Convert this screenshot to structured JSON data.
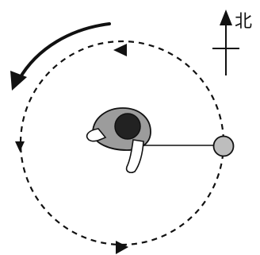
{
  "compass": {
    "label": "北"
  },
  "colors": {
    "stroke": "#111111",
    "ball_fill": "#bdbdbd",
    "person_fill": "#9c9c9c",
    "hair_fill": "#222222",
    "arm_fill": "#ffffff"
  },
  "icons": {
    "rotation_arrow": "curved-arrow-counterclockwise",
    "path_arrows": "triangle-arrowhead",
    "person": "person-top-view",
    "ball": "circle-ball",
    "north": "north-arrow"
  }
}
